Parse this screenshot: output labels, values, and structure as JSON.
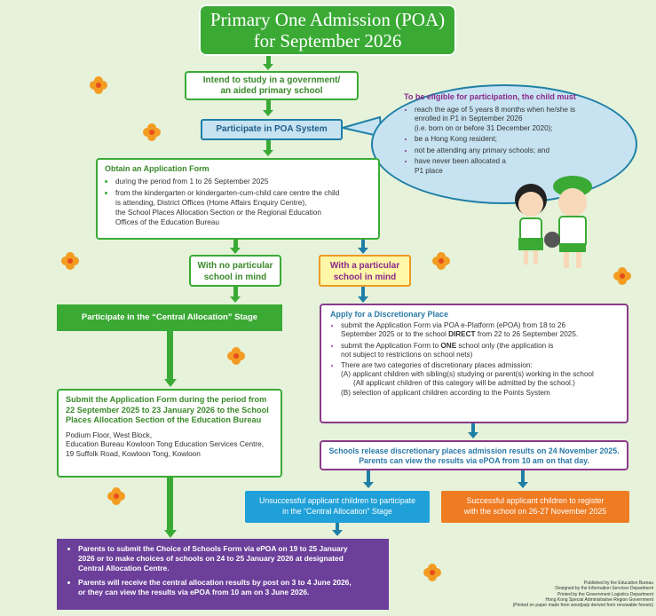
{
  "title": {
    "line1": "Primary One Admission (POA)",
    "line2": "for September 2026"
  },
  "intend": {
    "line1": "Intend to study in a government/",
    "line2": "an aided primary school"
  },
  "participate": "Participate in POA System",
  "eligibility": {
    "heading": "To be eligible for participation, the child must",
    "items": [
      {
        "line1": "reach the age of 5 years 8 months when he/she is",
        "line2": "enrolled in P1 in September 2026",
        "line3": "(i.e. born on or before 31 December 2020);"
      },
      {
        "line1": "be a Hong Kong resident;"
      },
      {
        "line1": "not be attending any primary schools; and"
      },
      {
        "line1": "have never been allocated a",
        "line2": "P1 place"
      }
    ]
  },
  "obtain": {
    "heading": "Obtain an Application Form",
    "item1": "during the period from 1 to 26 September 2025",
    "item2_l1": "from the kindergarten or kindergarten-cum-child care centre the child",
    "item2_l2": "is attending, District Offices (Home Affairs Enquiry Centre),",
    "item2_l3": "the School Places Allocation Section or the Regional Education",
    "item2_l4": "Offices of the Education Bureau"
  },
  "no_particular": {
    "line1": "With no particular",
    "line2": "school in mind"
  },
  "with_particular": {
    "line1": "With a particular",
    "line2": "school in mind"
  },
  "central": "Participate in the “Central Allocation” Stage",
  "submit": {
    "h1": "Submit the Application Form during the period from",
    "h2": "22 September 2025 to 23 January 2026 to the School",
    "h3": "Places Allocation Section of the Education Bureau",
    "a1": "Podium Floor, West Block,",
    "a2": "Education Bureau Kowloon Tong Education Services Centre,",
    "a3": "19 Suffolk Road, Kowloon Tong, Kowloon"
  },
  "apply": {
    "heading": "Apply for a Discretionary Place",
    "b1_pre": "submit the Application Form via POA e-Platform (ePOA) from 18 to 26",
    "b1_l2_pre": "September 2025 or to the school ",
    "b1_direct": "DIRECT",
    "b1_l2_post": " from 22 to 26 September 2025.",
    "b2_pre": "submit the Application Form to ",
    "b2_one": "ONE",
    "b2_post": " school only (the application is",
    "b2_l2": "not subject to restrictions on school nets)",
    "b3_l1": "There are two categories of discretionary places admission:",
    "b3_l2": "(A) applicant children with sibling(s) studying or parent(s) working in the school",
    "b3_l3": "(All applicant children of this category will be admitted by the school.)",
    "b3_l4": "(B) selection of applicant children according to the Points System"
  },
  "release": {
    "line1": "Schools release discretionary places admission results on 24 November 2025.",
    "line2": "Parents can view the results via ePOA from 10 am on that day."
  },
  "unsuccessful": {
    "line1": "Unsuccessful applicant children to participate",
    "line2": "in the “Central Allocation” Stage"
  },
  "successful": {
    "line1": "Successful applicant children to register",
    "line2": "with the school on 26-27 November 2025"
  },
  "final": {
    "i1_l1": "Parents to submit the Choice of Schools Form via ePOA on 19 to 25 January",
    "i1_l2": "2026 or to make choices of schools on 24 to 25 January 2026 at designated",
    "i1_l3": "Central Allocation Centre.",
    "i2_l1": "Parents will receive the central allocation results by post on 3 to 4 June 2026,",
    "i2_l2": "or they can view the results via ePOA from 10 am on 3 June 2026."
  },
  "credits": {
    "l1": "Published by the Education Bureau",
    "l2": "Designed by the Information Services Department",
    "l3": "Printed by the Government Logistics Department",
    "l4": "Hong Kong Special Administrative Region Government",
    "l5": "(Printed on paper made from woodpulp derived from renewable forests)"
  },
  "colors": {
    "green": "#3aaa35",
    "blue": "#1f7fa6",
    "purple": "#6b3f9a",
    "orange": "#ef7b22",
    "cyan": "#1fa0d8",
    "background": "#e6f2da"
  }
}
